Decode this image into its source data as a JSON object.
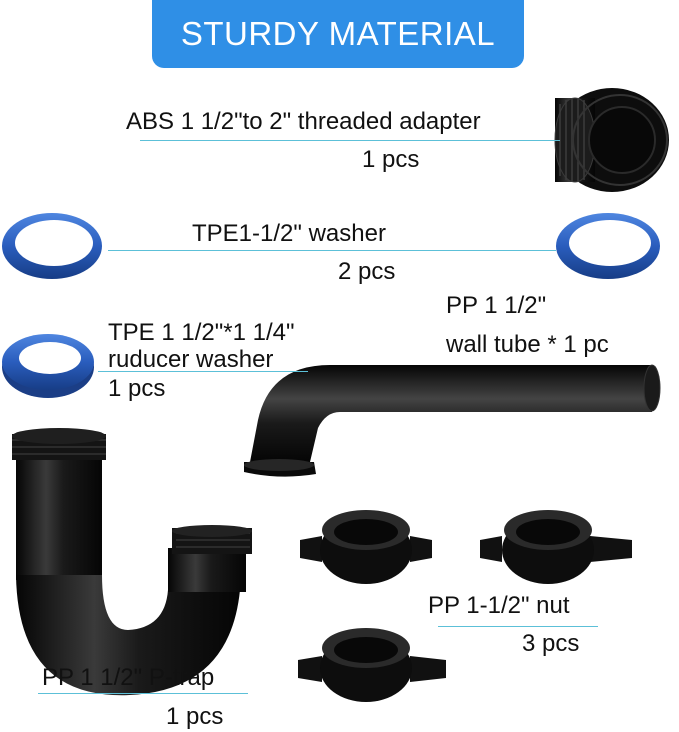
{
  "title": "STURDY MATERIAL",
  "colors": {
    "banner": "#2f8fe6",
    "washer_blue": "#2a5dbd",
    "pipe_black": "#141414",
    "leader_line": "#5cc0d8"
  },
  "parts": {
    "adapter": {
      "name": "ABS 1 1/2\"to 2\" threaded adapter",
      "qty": "1 pcs"
    },
    "washer": {
      "name": "TPE1-1/2\" washer",
      "qty": "2 pcs"
    },
    "reducer": {
      "name_line1": "TPE 1 1/2\"*1 1/4\"",
      "name_line2": "ruducer washer",
      "qty": "1 pcs"
    },
    "wall_tube": {
      "name_line1": "PP 1 1/2\"",
      "name_line2": "wall tube * 1 pc"
    },
    "nut": {
      "name": "PP 1-1/2\" nut",
      "qty": "3 pcs"
    },
    "ptrap": {
      "name": "PP 1 1/2\" P-trap",
      "qty": "1 pcs"
    }
  }
}
